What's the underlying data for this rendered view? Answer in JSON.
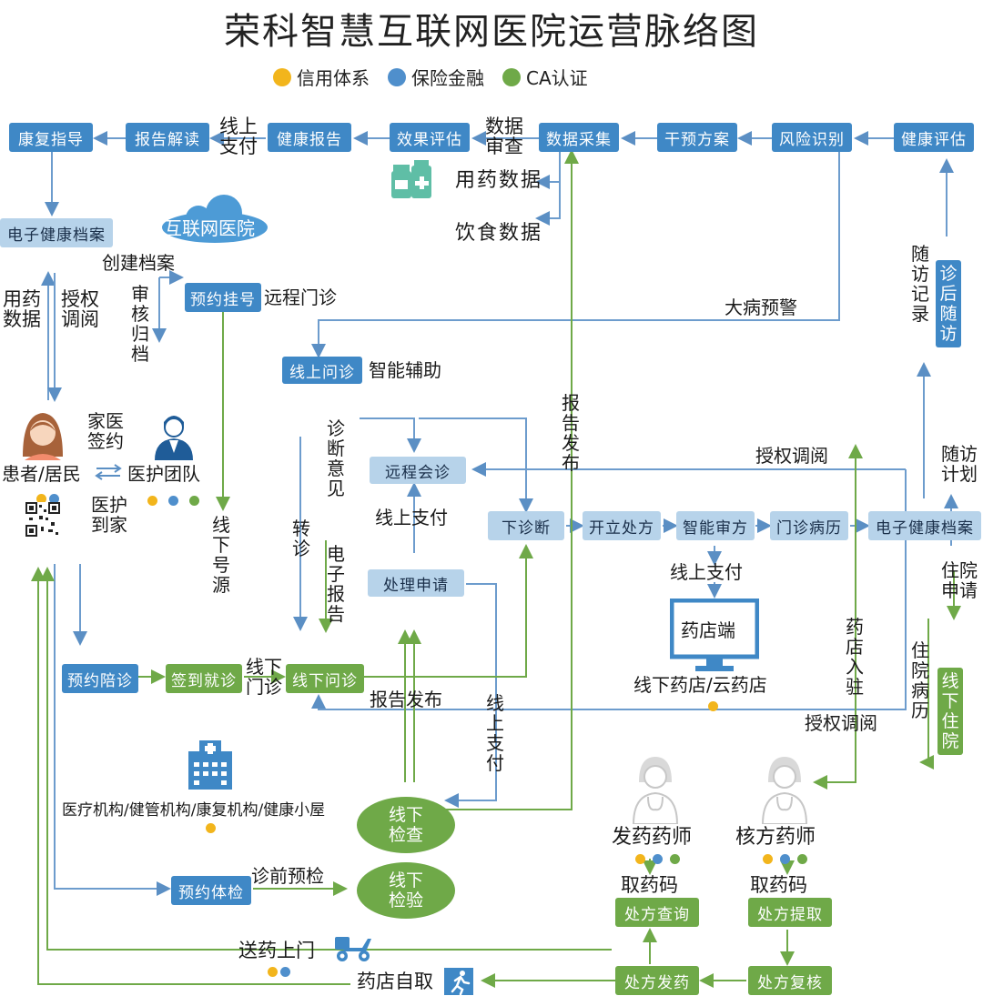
{
  "title": "荣科智慧互联网医院运营脉络图",
  "legend": [
    {
      "label": "信用体系",
      "color": "#f2b51c"
    },
    {
      "label": "保险金融",
      "color": "#4f8fcc"
    },
    {
      "label": "CA认证",
      "color": "#6fa948"
    }
  ],
  "colors": {
    "blue_dark": "#3f88c6",
    "blue_light": "#b7d3ea",
    "green": "#6fa948",
    "yellow": "#f2b51c"
  },
  "top_row": {
    "rehab": "康复指导",
    "report_read": "报告解读",
    "online_pay": "线上支付",
    "health_report": "健康报告",
    "effect_eval": "效果评估",
    "data_review": "数据审查",
    "data_collect": "数据采集",
    "intervention": "干预方案",
    "risk_identify": "风险识别",
    "health_eval": "健康评估"
  },
  "upper": {
    "medication_data": "用药数据",
    "diet_data": "饮食数据",
    "ehr_left": "电子健康档案",
    "internet_hospital": "互联网医院",
    "create_record": "创建档案",
    "audit_archive": "审核归档",
    "appointment": "预约挂号",
    "remote_clinic": "远程门诊",
    "drug_data": "用药数据",
    "auth_view_left": "授权调阅",
    "major_alert": "大病预警",
    "online_consult": "线上问诊",
    "smart_assist": "智能辅助",
    "followup_record": "随访记录",
    "post_followup": "诊后随访"
  },
  "middle": {
    "patient": "患者/居民",
    "family_doctor": "家医签约",
    "care_team": "医护团队",
    "home_care": "医护到家",
    "offline_source": "线下号源",
    "diagnosis_opinion": "诊断意见",
    "referral": "转诊",
    "remote_consult": "远程会诊",
    "online_pay2": "线上支付",
    "e_report": "电子报告",
    "handle_request": "处理申请",
    "report_publish_v": "报告发布",
    "diagnose": "下诊断",
    "prescribe": "开立处方",
    "smart_review": "智能审方",
    "outpatient_record": "门诊病历",
    "ehr_right": "电子健康档案",
    "auth_view_mid": "授权调阅",
    "followup_plan": "随访计划",
    "inpatient_request": "住院申请",
    "online_pay3": "线上支付",
    "pharmacy_end": "药店端",
    "pharmacy_offline": "线下药店/云药店",
    "pharmacy_join": "药店入驻",
    "auth_view_low": "授权调阅",
    "inpatient_record": "住院病历",
    "offline_hospital": "线下住院"
  },
  "lower": {
    "appt_escort": "预约陪诊",
    "checkin": "签到就诊",
    "offline_clinic": "线下门诊",
    "offline_consult": "线下问诊",
    "report_publish": "报告发布",
    "online_pay4": "线上支付",
    "institutions": "医疗机构/健管机构/康复机构/健康小屋",
    "offline_exam": "线下检查",
    "appt_checkup": "预约体检",
    "pre_check": "诊前预检",
    "offline_test": "线下检验",
    "dispense_pharmacist": "发药药师",
    "review_pharmacist": "核方药师",
    "pickup_code1": "取药码",
    "pickup_code2": "取药码",
    "rx_query": "处方查询",
    "rx_extract": "处方提取",
    "delivery": "送药上门",
    "rx_dispense": "处方发药",
    "rx_recheck": "处方复核",
    "self_pickup": "药店自取"
  }
}
